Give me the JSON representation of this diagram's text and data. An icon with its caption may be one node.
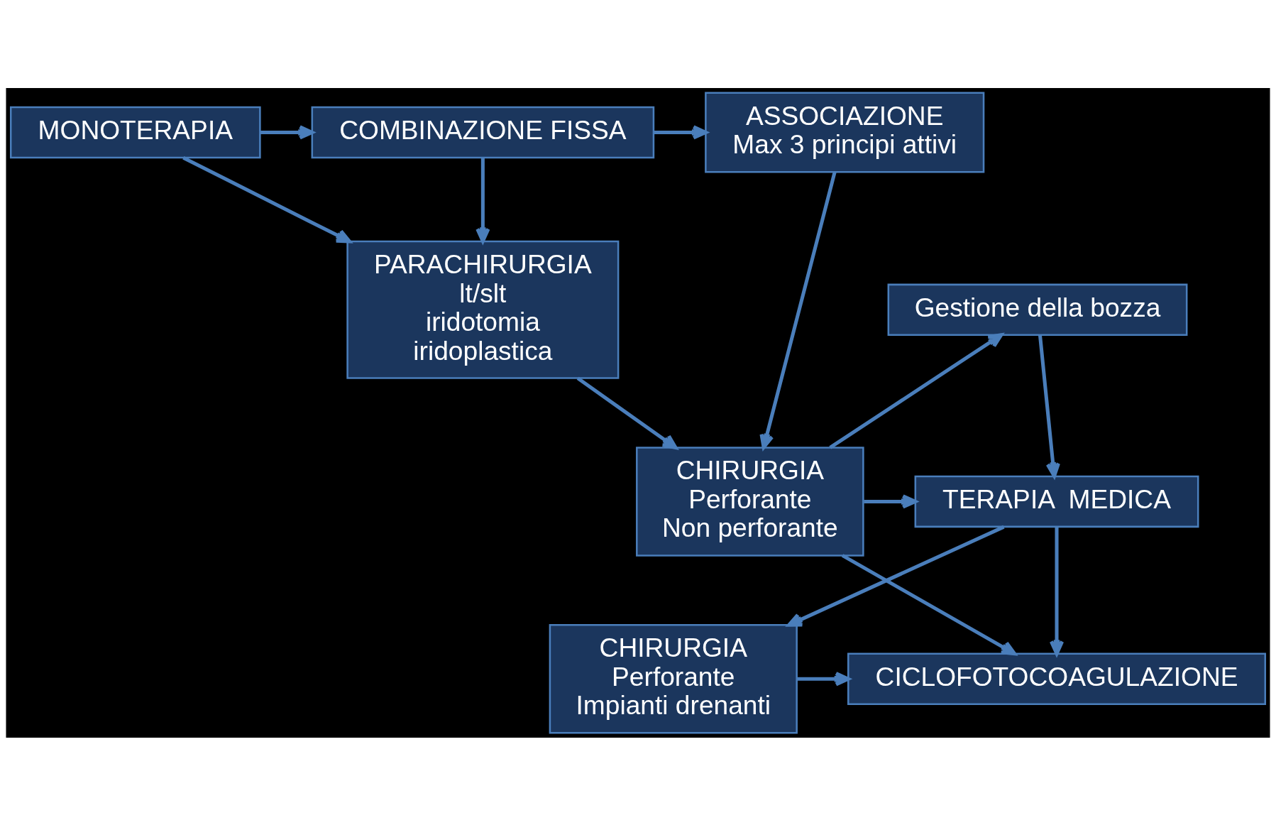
{
  "diagram": {
    "nodes": [
      {
        "text": [
          "MONOTERAPIA"
        ]
      },
      {
        "text": [
          "COMBINAZIONE FISSA"
        ]
      },
      {
        "text": [
          "ASSOCIAZIONE",
          "Max 3 principi attivi"
        ]
      },
      {
        "text": [
          "Gestione della bozza"
        ]
      },
      {
        "text": [
          "PARACHIRURGIA",
          "lt/slt",
          "iridotomia",
          "iridoplastica"
        ]
      },
      {
        "text": [
          "TERAPIA  MEDICA"
        ]
      },
      {
        "text": [
          "CHIRURGIA",
          "Perforante",
          "Non perforante"
        ]
      },
      {
        "text": [
          "CHIRURGIA",
          "Perforante",
          "Impianti drenanti"
        ]
      },
      {
        "text": [
          "CICLOFOTOCOAGULAZIONE"
        ]
      }
    ],
    "edges": [
      {
        "from": 0,
        "to": 1,
        "arrow": "to"
      },
      {
        "from": 1,
        "to": 2,
        "arrow": "to"
      },
      {
        "from": 0,
        "to": 4,
        "arrow": "to"
      },
      {
        "from": 1,
        "to": 4,
        "arrow": "to"
      },
      {
        "from": 2,
        "to": 6,
        "arrow": "to"
      },
      {
        "from": 6,
        "to": 3,
        "arrow": "to"
      },
      {
        "from": 6,
        "to": 5,
        "arrow": "to"
      },
      {
        "from": 4,
        "to": 6,
        "arrow": "to"
      },
      {
        "from": 3,
        "to": 5,
        "arrow": "to"
      },
      {
        "from": 5,
        "to": 7,
        "arrow": "to"
      },
      {
        "from": 5,
        "to": 8,
        "arrow": "to"
      },
      {
        "from": 6,
        "to": 8,
        "arrow": "to"
      },
      {
        "from": 7,
        "to": 8,
        "arrow": "to"
      }
    ]
  }
}
